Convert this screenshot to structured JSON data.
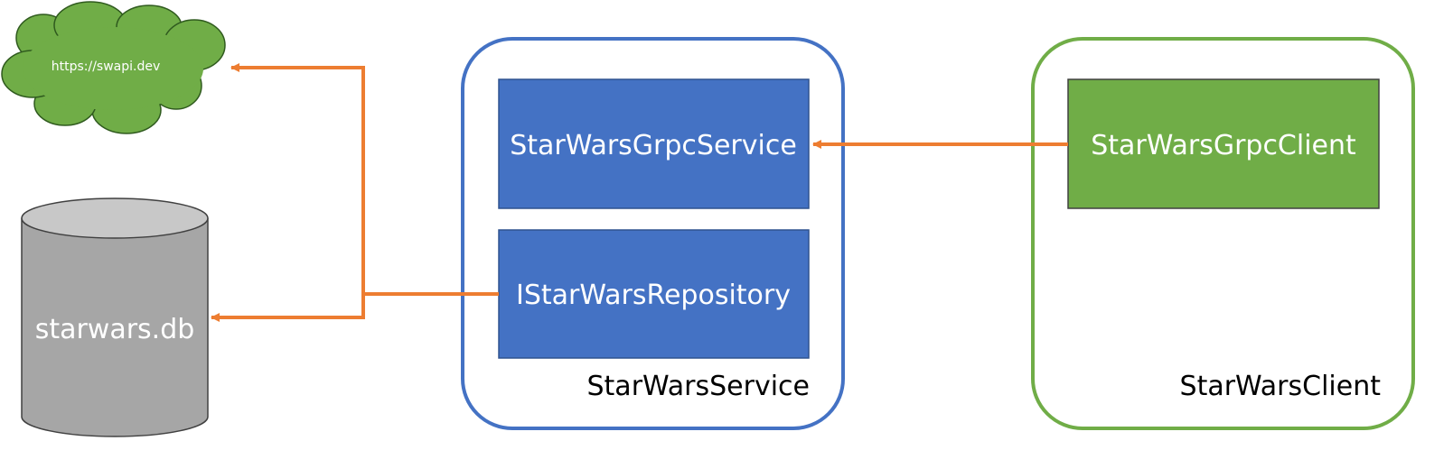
{
  "colors": {
    "service_border": "#4472C4",
    "service_fill": "#4472C4",
    "client_border": "#70AD47",
    "client_fill": "#70AD47",
    "cloud_fill": "#70AD47",
    "cloud_border": "#2F5A1E",
    "cylinder_fill": "#A6A6A6",
    "cylinder_top": "#C8C8C8",
    "arrow": "#ED7D31",
    "label_light": "#FFFFFF",
    "label_dark": "#000000"
  },
  "nodes": {
    "cloud": {
      "label": "https://swapi.dev",
      "icon": "cloud-icon"
    },
    "database": {
      "label": "starwars.db",
      "icon": "database-icon"
    },
    "service_container": {
      "label": "StarWarsService"
    },
    "grpc_service": {
      "label": "StarWarsGrpcService"
    },
    "repository": {
      "label": "IStarWarsRepository"
    },
    "client_container": {
      "label": "StarWarsClient"
    },
    "grpc_client": {
      "label": "StarWarsGrpcClient"
    }
  },
  "edges": [
    {
      "from": "grpc_client",
      "to": "grpc_service"
    },
    {
      "from": "repository",
      "to": "cloud"
    },
    {
      "from": "repository",
      "to": "database"
    }
  ]
}
